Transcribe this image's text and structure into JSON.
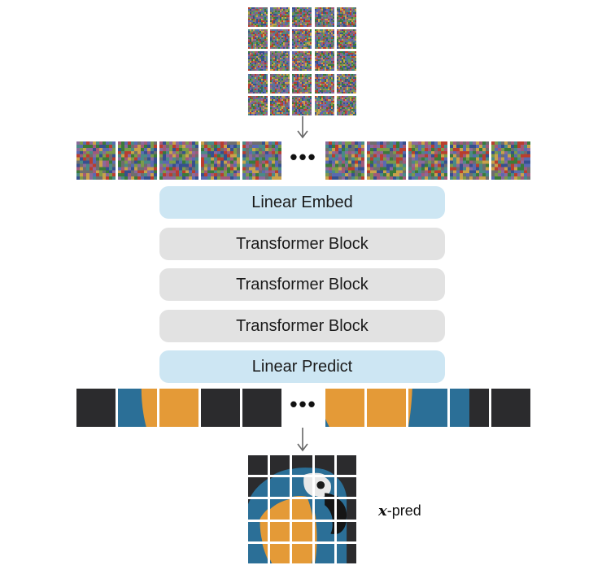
{
  "layers": [
    {
      "label": "Linear Embed",
      "style": "blue"
    },
    {
      "label": "Transformer Block",
      "style": "gray"
    },
    {
      "label": "Transformer Block",
      "style": "gray"
    },
    {
      "label": "Transformer Block",
      "style": "gray"
    },
    {
      "label": "Linear Predict",
      "style": "blue"
    }
  ],
  "ellipsis": "•••",
  "output_label": {
    "symbol": "x",
    "suffix": "-pred"
  },
  "colors": {
    "embed_fill": "#cde6f3",
    "block_fill": "#e2e2e2",
    "arrow": "#666666",
    "dark_background": "#2b2b2d",
    "orange": "#e49a37",
    "blue": "#2b6f97"
  }
}
